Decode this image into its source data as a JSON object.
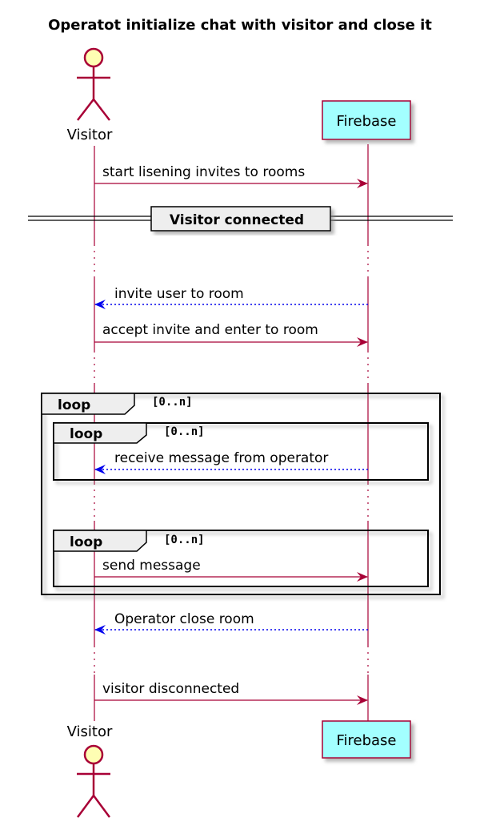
{
  "title": "Operatot initialize chat with visitor and close it",
  "participants": {
    "visitor": "Visitor",
    "firebase": "Firebase"
  },
  "messages": [
    {
      "text": "start lisening invites to rooms",
      "dir": "right",
      "style": "solid"
    },
    {
      "text": "invite user to room",
      "dir": "left",
      "style": "dotted"
    },
    {
      "text": "accept invite and enter to room",
      "dir": "right",
      "style": "solid"
    },
    {
      "text": "receive message from operator",
      "dir": "left",
      "style": "dotted"
    },
    {
      "text": "send message",
      "dir": "right",
      "style": "solid"
    },
    {
      "text": "Operator close room",
      "dir": "left",
      "style": "dotted"
    },
    {
      "text": "visitor disconnected",
      "dir": "right",
      "style": "solid"
    }
  ],
  "divider": "Visitor connected",
  "loops": [
    {
      "label": "loop",
      "condition": "[0..n]"
    },
    {
      "label": "loop",
      "condition": "[0..n]"
    },
    {
      "label": "loop",
      "condition": "[0..n]"
    }
  ],
  "colors": {
    "lifeline": "#a80036",
    "participant_fill": "#a3ffff",
    "actor_head": "#fefeb3",
    "return_arrow": "#0000ee"
  }
}
